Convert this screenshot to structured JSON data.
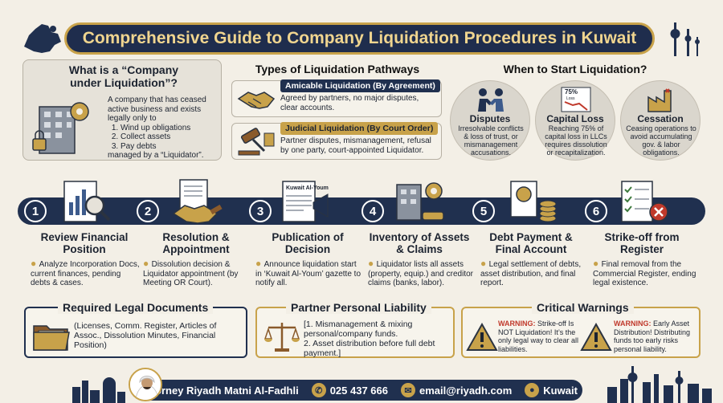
{
  "title": "Comprehensive Guide to Company Liquidation Procedures in Kuwait",
  "definition": {
    "title": "What is a “Company under Liquidation”?",
    "intro": "A company that has ceased active business and exists legally only to",
    "items": [
      "Wind up obligations",
      "Collect assets",
      "Pay debts"
    ],
    "outro": "managed by a “Liquidator”."
  },
  "pathways": {
    "title": "Types of Liquidation Pathways",
    "amicable": {
      "head": "Amicable Liquidation (By Agreement)",
      "text": "Agreed by partners, no major disputes, clear accounts."
    },
    "judicial": {
      "head": "Judicial Liquidation (By Court Order)",
      "text": "Partner disputes, mismanagement, refusal by one party, court-appointed Liquidator."
    }
  },
  "when": {
    "title": "When to Start Liquidation?",
    "items": [
      {
        "title": "Disputes",
        "text": "Irresolvable conflicts & loss of trust, or mismanagement accusations."
      },
      {
        "title": "Capital Loss",
        "text": "Reaching 75% of capital loss in LLCs requires dissolution or recapitalization.",
        "badge": "75%",
        "badge_sub": "Loss"
      },
      {
        "title": "Cessation",
        "text": "Ceasing operations to avoid accumulating gov. & labor obligations."
      }
    ]
  },
  "steps": [
    {
      "num": "1",
      "title": "Review Financial Position",
      "text": "Analyze Incorporation Docs, current finances, pending debts & cases."
    },
    {
      "num": "2",
      "title": "Resolution & Appointment",
      "text": "Dissolution decision & Liquidator appointment (by Meeting OR Court)."
    },
    {
      "num": "3",
      "title": "Publication of Decision",
      "text": "Announce liquidation start in ‘Kuwait Al-Youm’ gazette to notify all.",
      "paper": "Kuwait Al-Youm"
    },
    {
      "num": "4",
      "title": "Inventory of Assets & Claims",
      "text": "Liquidator lists all assets (property, equip.) and creditor claims (banks, labor)."
    },
    {
      "num": "5",
      "title": "Debt Payment & Final Account",
      "text": "Legal settlement of debts, asset distribution, and final report."
    },
    {
      "num": "6",
      "title": "Strike-off from Register",
      "text": "Final removal from the Commercial Register, ending legal existence."
    }
  ],
  "documents": {
    "title": "Required Legal Documents",
    "text": "(Licenses, Comm. Register, Articles of Assoc., Dissolution Minutes, Financial Position)"
  },
  "liability": {
    "title": "Partner Personal Liability",
    "text": "[1. Mismanagement & mixing personal/company funds.\n 2. Asset distribution before full debt payment.]"
  },
  "warnings": {
    "title": "Critical Warnings",
    "items": [
      {
        "label": "WARNING:",
        "text": " Strike-off Is NOT Liquidation! It’s the only legal way to clear all liabilities."
      },
      {
        "label": "WARNING:",
        "text": " Early Asset Distribution! Distributing funds too early risks personal liability."
      }
    ]
  },
  "footer": {
    "name": "Attorney Riyadh Matni Al-Fadhli",
    "phone": "025 437 666",
    "email": "email@riyadh.com",
    "location": "Kuwait"
  },
  "colors": {
    "navy": "#20304f",
    "gold": "#c8a24a",
    "warning_red": "#c0392b"
  }
}
